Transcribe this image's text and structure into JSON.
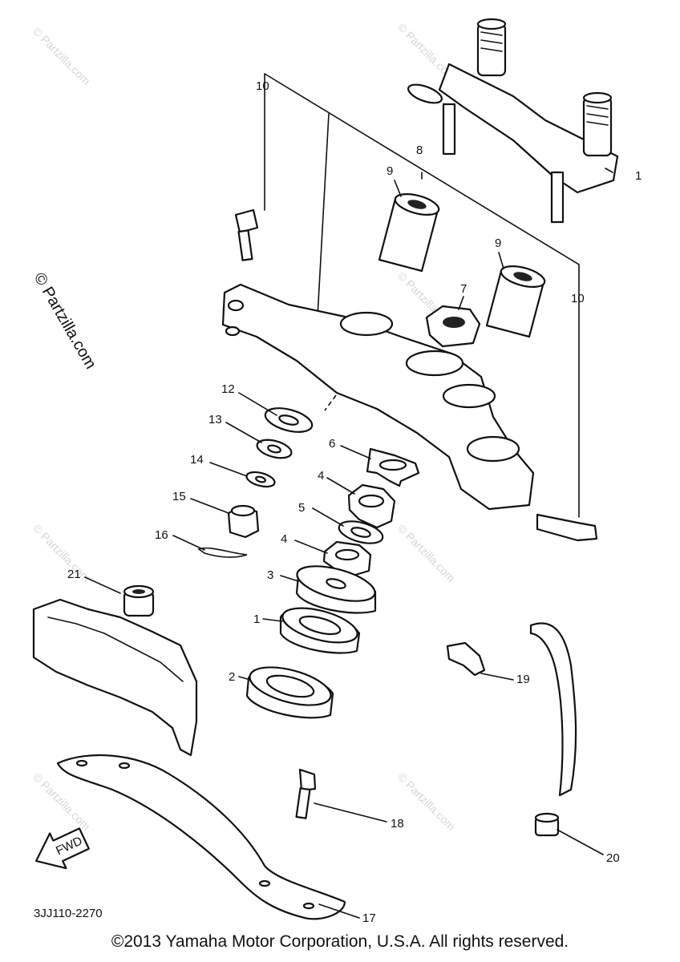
{
  "watermark": {
    "text": "© Partzilla.com"
  },
  "diagram_code": "3JJ110-2270",
  "direction_arrow": {
    "label": "FWD",
    "icon": "arrow-left-icon"
  },
  "copyright": "©2013 Yamaha Motor Corporation, U.S.A. All rights reserved.",
  "callouts": [
    {
      "id": "c1a",
      "text": "1"
    },
    {
      "id": "c1b",
      "text": "1"
    },
    {
      "id": "c2",
      "text": "2"
    },
    {
      "id": "c3",
      "text": "3"
    },
    {
      "id": "c4a",
      "text": "4"
    },
    {
      "id": "c4b",
      "text": "4"
    },
    {
      "id": "c5",
      "text": "5"
    },
    {
      "id": "c6",
      "text": "6"
    },
    {
      "id": "c7",
      "text": "7"
    },
    {
      "id": "c8",
      "text": "8"
    },
    {
      "id": "c9a",
      "text": "9"
    },
    {
      "id": "c9b",
      "text": "9"
    },
    {
      "id": "c10a",
      "text": "10"
    },
    {
      "id": "c10b",
      "text": "10"
    },
    {
      "id": "c12",
      "text": "12"
    },
    {
      "id": "c13",
      "text": "13"
    },
    {
      "id": "c14",
      "text": "14"
    },
    {
      "id": "c15",
      "text": "15"
    },
    {
      "id": "c16",
      "text": "16"
    },
    {
      "id": "c17",
      "text": "17"
    },
    {
      "id": "c18",
      "text": "18"
    },
    {
      "id": "c19",
      "text": "19"
    },
    {
      "id": "c20",
      "text": "20"
    },
    {
      "id": "c21",
      "text": "21"
    }
  ]
}
